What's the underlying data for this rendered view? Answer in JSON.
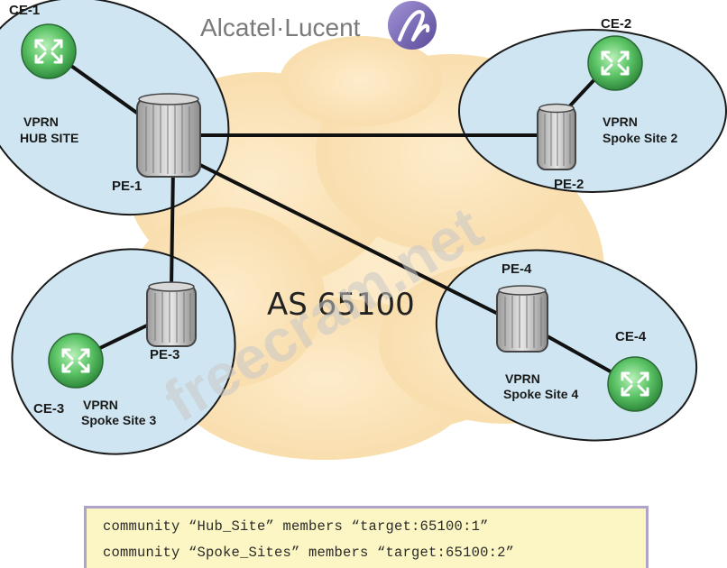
{
  "brand": {
    "name": "Alcatel·Lucent"
  },
  "cloud": {
    "label": "AS 65100"
  },
  "watermark": "freecram.net",
  "sites": {
    "hub": {
      "label_line1": "VPRN",
      "label_line2": "HUB SITE"
    },
    "spoke2": {
      "label_line1": "VPRN",
      "label_line2": "Spoke Site 2"
    },
    "spoke3": {
      "label_line1": "VPRN",
      "label_line2": "Spoke Site 3"
    },
    "spoke4": {
      "label_line1": "VPRN",
      "label_line2": "Spoke Site 4"
    }
  },
  "routers": {
    "pe1": "PE-1",
    "pe2": "PE-2",
    "pe3": "PE-3",
    "pe4": "PE-4"
  },
  "ce": {
    "ce1": "CE-1",
    "ce2": "CE-2",
    "ce3": "CE-3",
    "ce4": "CE-4"
  },
  "config": {
    "lines": [
      "community “Hub_Site” members “target:65100:1”",
      "community “Spoke_Sites” members “target:65100:2”"
    ]
  },
  "colors": {
    "ellipse_fill": "#cfe6f2",
    "ellipse_stroke": "#1a1a1a",
    "cloud": "#fbe7c2",
    "ce_green": "#59c46a",
    "config_bg": "#fbf6c3",
    "config_border": "#b0a3c9"
  }
}
